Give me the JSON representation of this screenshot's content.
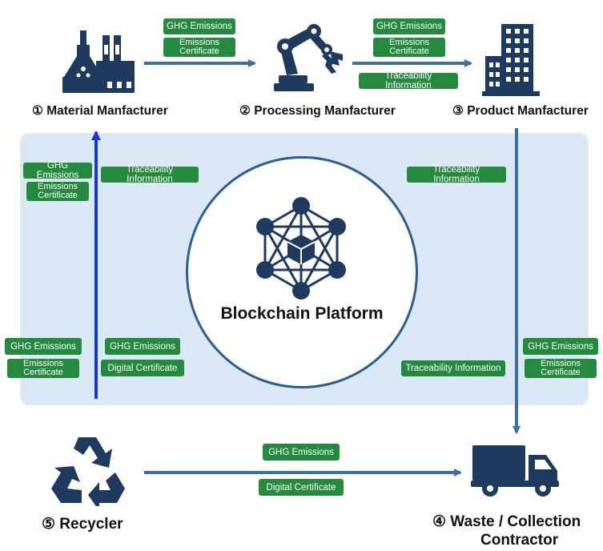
{
  "nodes": {
    "material": "① Material Manfacturer",
    "processing": "② Processing Manfacturer",
    "product": "③ Product Manfacturer",
    "waste_line1": "④ Waste / Collection",
    "waste_line2": "Contractor",
    "recycler": "⑤ Recycler"
  },
  "platform": {
    "title": "Blockchain Platform"
  },
  "tags": {
    "ghg": "GHG Emissions",
    "emissions_certificate_line1": "Emissions",
    "emissions_certificate_line2": "Certificate",
    "traceability": "Traceability Information",
    "digital_certificate": "Digital Certificate"
  },
  "colors": {
    "navy": "#1f3a5f",
    "arrow_blue": "#3f6fa0",
    "bright_blue": "#1434e6",
    "tag_green": "#248a3d",
    "panel": "#dbe8f5"
  },
  "icons": [
    "factory-icon",
    "robot-arm-icon",
    "office-building-icon",
    "recycle-icon",
    "truck-icon",
    "blockchain-network-icon"
  ]
}
